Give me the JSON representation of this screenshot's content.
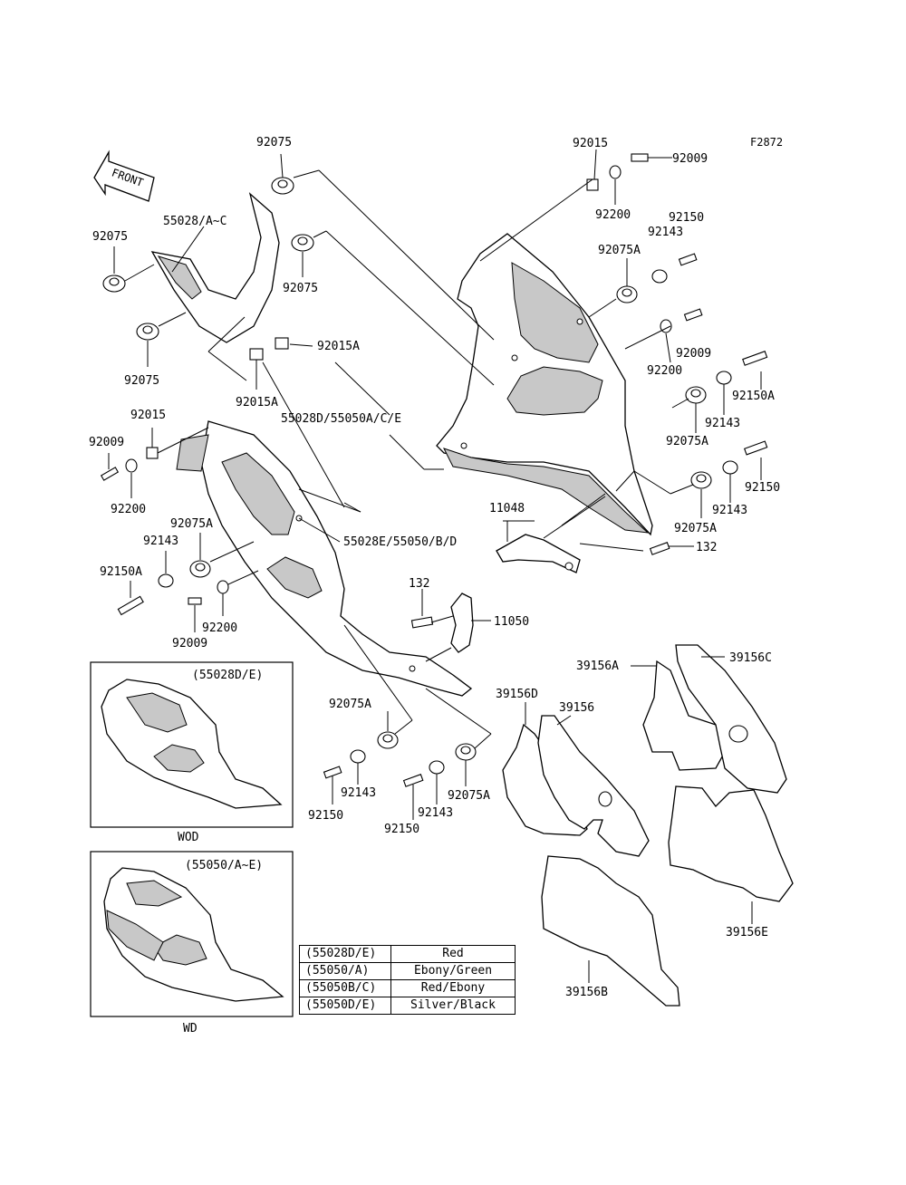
{
  "figure_id": "F2872",
  "front_arrow": "FRONT",
  "labels": {
    "l_92075_top": "92075",
    "l_92015_top": "92015",
    "l_92009_top": "92009",
    "l_92200_top": "92200",
    "l_92150_top": "92150",
    "l_92143_top": "92143",
    "l_92075A_top": "92075A",
    "l_92075_left": "92075",
    "l_55028_AC": "55028/A~C",
    "l_92075_mid": "92075",
    "l_92075_low": "92075",
    "l_92015A_a": "92015A",
    "l_92015A_b": "92015A",
    "l_92009_r": "92009",
    "l_92200_r": "92200",
    "l_92150A_r": "92150A",
    "l_92143_r": "92143",
    "l_92075A_r": "92075A",
    "l_55028D": "55028D/55050A/C/E",
    "l_92015_l": "92015",
    "l_92009_l": "92009",
    "l_92200_l": "92200",
    "l_92150_r2": "92150",
    "l_92143_r2": "92143",
    "l_92075A_r2": "92075A",
    "l_11048": "11048",
    "l_132_r": "132",
    "l_92075A_l": "92075A",
    "l_92143_l": "92143",
    "l_55028E": "55028E/55050/B/D",
    "l_92150A_l": "92150A",
    "l_92200_l2": "92200",
    "l_92009_l2": "92009",
    "l_132_m": "132",
    "l_11050": "11050",
    "l_39156A": "39156A",
    "l_39156C": "39156C",
    "l_39156D": "39156D",
    "l_39156": "39156",
    "l_92075A_b": "92075A",
    "l_92143_b1": "92143",
    "l_92150_b1": "92150",
    "l_92150_b2": "92150",
    "l_92143_b2": "92143",
    "l_92075A_b2": "92075A",
    "l_39156E": "39156E",
    "l_39156B": "39156B"
  },
  "insets": [
    {
      "code": "(55028D/E)",
      "caption": "WOD"
    },
    {
      "code": "(55050/A~E)",
      "caption": "WD"
    }
  ],
  "color_table": [
    {
      "code": "(55028D/E)",
      "color": "Red"
    },
    {
      "code": "(55050/A)",
      "color": "Ebony/Green"
    },
    {
      "code": "(55050B/C)",
      "color": "Red/Ebony"
    },
    {
      "code": "(55050D/E)",
      "color": "Silver/Black"
    }
  ]
}
